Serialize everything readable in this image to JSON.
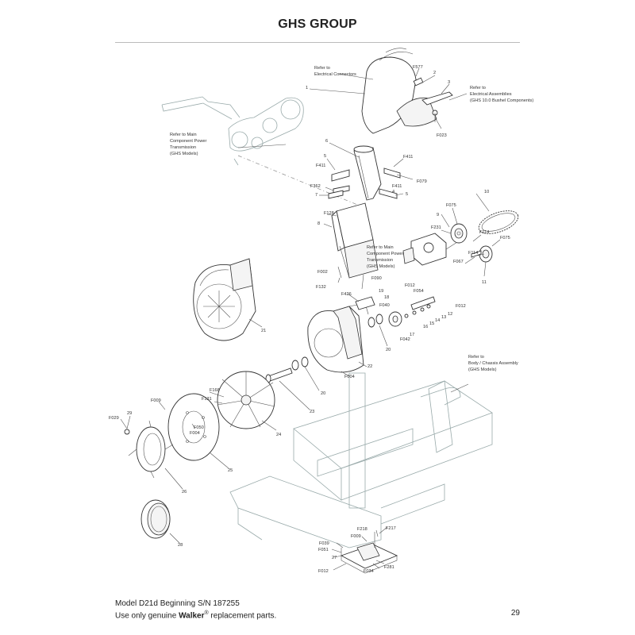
{
  "title": "GHS GROUP",
  "footer": {
    "model_line": "Model D21d Beginning S/N 187255",
    "use_prefix": "Use only genuine ",
    "brand": "Walker",
    "registered": "®",
    "use_suffix": " replacement parts.",
    "page_number": "29"
  },
  "notes": {
    "electrical_connectors": [
      "Refer to",
      "Electrical Connectors"
    ],
    "electrical_assemblies": [
      "Refer to",
      "Electrical Assemblies",
      "(GHS 10.0 Bushel Components)"
    ],
    "power_transmission_upper": [
      "Refer to Main",
      "Component Power",
      "Transmission",
      "(GHS Models)"
    ],
    "power_transmission_mid": [
      "Refer to Main",
      "Component Power",
      "Transmission",
      "(GHS Models)"
    ],
    "chassis": [
      "Refer to",
      "Body / Chassis Assembly",
      "(GHS Models)"
    ]
  },
  "callouts": {
    "c1": "1",
    "c2": "2",
    "c3": "3",
    "f577": "F577",
    "f023": "F023",
    "c6": "6",
    "c5a": "5",
    "f411a": "F411",
    "f411b": "F411",
    "f079": "F079",
    "f362": "F362",
    "c7": "7",
    "f411c": "F411",
    "c4": "4",
    "c5b": "5",
    "f128": "F128",
    "c8": "8",
    "f002": "F002",
    "f132": "F132",
    "c10": "10",
    "f075a": "F075",
    "c9": "9",
    "f231": "F231",
    "f114a": "F114",
    "f075b": "F075",
    "f114b": "F114",
    "f067": "F067",
    "c11": "11",
    "f090": "F090",
    "f012a": "F012",
    "f426": "F426",
    "c19": "19",
    "c18": "18",
    "f054": "F054",
    "f040": "F040",
    "c12": "12",
    "c13": "13",
    "c14": "14",
    "c15": "15",
    "c16": "16",
    "c17": "17",
    "f042": "F042",
    "c20a": "20",
    "f012b": "F012",
    "c21": "21",
    "c22": "22",
    "f004a": "F004",
    "c20b": "20",
    "c23": "23",
    "f168": "F168",
    "f131": "F131",
    "c24": "24",
    "f009a": "F009",
    "f050": "F050",
    "f004b": "F004",
    "c29": "29",
    "f029": "F029",
    "c25": "25",
    "c26": "26",
    "c28": "28",
    "f218": "F218",
    "f217": "F217",
    "f009b": "F009",
    "f039": "F039",
    "f051": "F051",
    "c27": "27",
    "f012c": "F012",
    "f034": "F034",
    "f281": "F281"
  }
}
